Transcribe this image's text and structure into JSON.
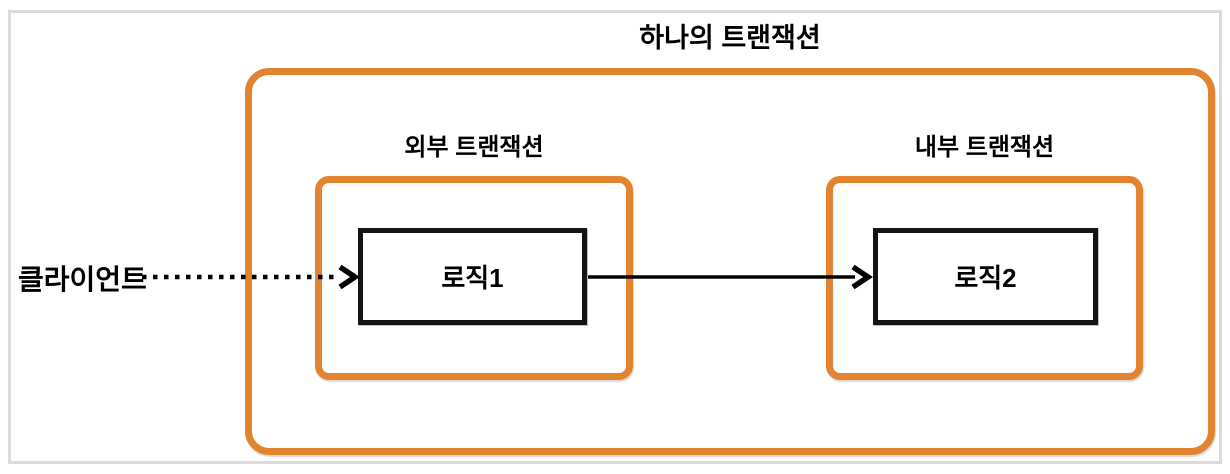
{
  "diagram": {
    "title": "하나의 트랜잭션",
    "client": {
      "label": "클라이언트"
    },
    "groups": [
      {
        "id": "outer-transaction",
        "label": "외부 트랜잭션",
        "node": {
          "label": "로직1"
        }
      },
      {
        "id": "inner-transaction",
        "label": "내부 트랜잭션",
        "node": {
          "label": "로직2"
        }
      }
    ],
    "connections": [
      {
        "from": "클라이언트",
        "to": "로직1",
        "line_style": "dotted",
        "arrow": "arrow-right-icon"
      },
      {
        "from": "로직1",
        "to": "로직2",
        "line_style": "solid",
        "arrow": "arrow-right-icon"
      }
    ],
    "colors": {
      "transaction_border": "#E2842F",
      "node_border": "#141414",
      "frame_border": "#DBDBDB",
      "arrow": "#000000",
      "text": "#000000"
    }
  }
}
